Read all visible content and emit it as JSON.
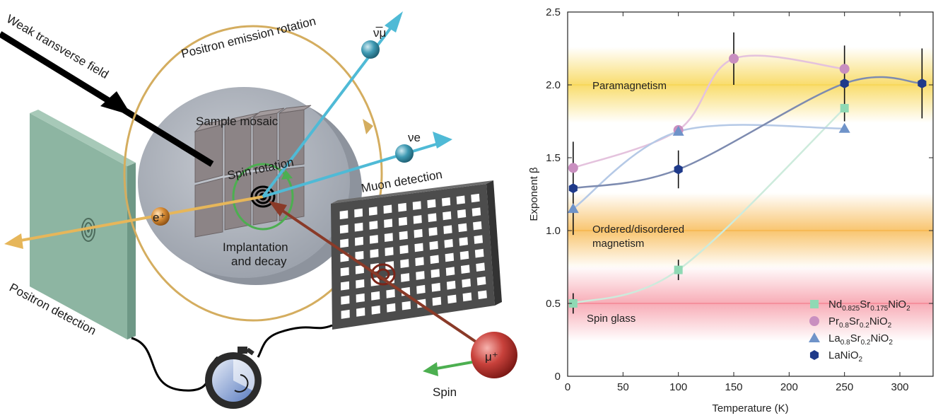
{
  "diagram": {
    "weak_field": "Weak transverse field",
    "emission_rotation": "Positron emission rotation",
    "sample_mosaic": "Sample mosaic",
    "spin_rotation": "Spin rotation",
    "implantation": "Implantation",
    "and_decay": "and decay",
    "muon_detection": "Muon detection",
    "positron_detection": "Positron detection",
    "spin": "Spin",
    "e_plus": "e⁺",
    "mu_plus": "μ⁺",
    "nu_mu": "ν̅μ",
    "nu_e": "νe"
  },
  "chart_data": {
    "type": "scatter",
    "xlabel": "Temperature (K)",
    "ylabel": "Exponent β",
    "xlim": [
      0,
      330
    ],
    "ylim": [
      0,
      2.5
    ],
    "xticks": [
      0,
      50,
      100,
      150,
      200,
      250,
      300
    ],
    "yticks": [
      0,
      0.5,
      1.0,
      1.5,
      2.0,
      2.5
    ],
    "ytick_labels": [
      "0",
      "0.5",
      "1.0",
      "1.5",
      "2.0",
      "2.5"
    ],
    "bands": [
      {
        "label": "Paramagnetism",
        "center": 2.0,
        "color": "#f7d13c"
      },
      {
        "label": "Ordered/disordered",
        "label2": "magnetism",
        "center": 1.0,
        "color": "#f5a623"
      },
      {
        "label": "Spin glass",
        "center": 0.5,
        "color": "#f05a6e"
      }
    ],
    "legend_position": "bottom-right",
    "series": [
      {
        "name": "Nd0.825Sr0.175NiO2",
        "legend_parts": [
          [
            "Nd",
            ""
          ],
          [
            "0.825",
            "sub"
          ],
          [
            "Sr",
            ""
          ],
          [
            "0.175",
            "sub"
          ],
          [
            "NiO",
            ""
          ],
          [
            "2",
            "sub"
          ]
        ],
        "marker": "square",
        "color": "#8fd9b4",
        "curve": "#cdebdc",
        "x": [
          5,
          100,
          250
        ],
        "y": [
          0.5,
          0.73,
          1.84
        ],
        "err": [
          0.07,
          0.07,
          0.0
        ]
      },
      {
        "name": "Pr0.8Sr0.2NiO2",
        "legend_parts": [
          [
            "Pr",
            ""
          ],
          [
            "0.8",
            "sub"
          ],
          [
            "Sr",
            ""
          ],
          [
            "0.2",
            "sub"
          ],
          [
            "NiO",
            ""
          ],
          [
            "2",
            "sub"
          ]
        ],
        "marker": "circle",
        "color": "#c98fc0",
        "curve": "#e4c2dd",
        "x": [
          5,
          100,
          150,
          250
        ],
        "y": [
          1.43,
          1.69,
          2.18,
          2.11
        ],
        "err": [
          0.0,
          0.0,
          0.18,
          0.0
        ]
      },
      {
        "name": "La0.8Sr0.2NiO2",
        "legend_parts": [
          [
            "La",
            ""
          ],
          [
            "0.8",
            "sub"
          ],
          [
            "Sr",
            ""
          ],
          [
            "0.2",
            "sub"
          ],
          [
            "NiO",
            ""
          ],
          [
            "2",
            "sub"
          ]
        ],
        "marker": "triangle",
        "color": "#6f93c9",
        "curve": "#b5c9e6",
        "x": [
          5,
          100,
          250
        ],
        "y": [
          1.15,
          1.68,
          1.7
        ],
        "err": [
          0.0,
          0.0,
          0.0
        ]
      },
      {
        "name": "LaNiO2",
        "legend_parts": [
          [
            "LaNiO",
            ""
          ],
          [
            "2",
            "sub"
          ]
        ],
        "marker": "hexagon",
        "color": "#1f3a8a",
        "curve": "#7d8bb0",
        "x": [
          5,
          100,
          250,
          320
        ],
        "y": [
          1.29,
          1.42,
          2.01,
          2.01
        ],
        "err": [
          0.32,
          0.13,
          0.26,
          0.24
        ]
      }
    ]
  }
}
